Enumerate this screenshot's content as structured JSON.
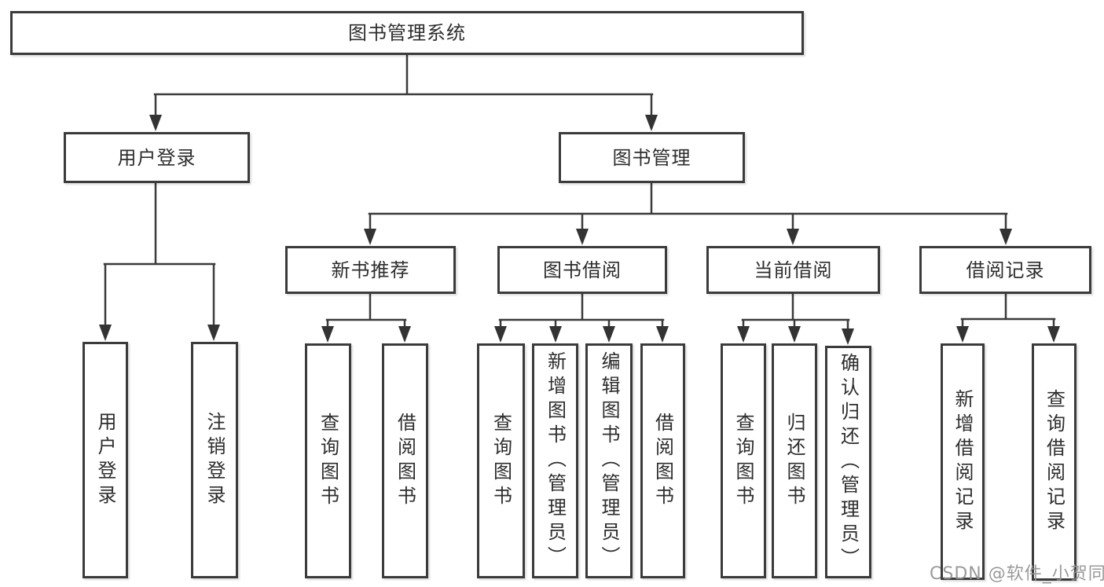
{
  "diagram": {
    "nodes": {
      "root": {
        "label": "图书管理系统"
      },
      "user_login": {
        "label": "用户登录"
      },
      "book_mgmt": {
        "label": "图书管理"
      },
      "login_leaf": {
        "label": "用户登录"
      },
      "logout_leaf": {
        "label": "注销登录"
      },
      "new_book_rec": {
        "label": "新书推荐"
      },
      "book_borrow": {
        "label": "图书借阅"
      },
      "current_borrow": {
        "label": "当前借阅"
      },
      "borrow_records": {
        "label": "借阅记录"
      },
      "rec_query": {
        "label": "查询图书"
      },
      "rec_borrow": {
        "label": "借阅图书"
      },
      "bb_query": {
        "label": "查询图书"
      },
      "bb_add": {
        "label": "新增图书（管理员）"
      },
      "bb_edit": {
        "label": "编辑图书（管理员）"
      },
      "bb_borrow": {
        "label": "借阅图书"
      },
      "cb_query": {
        "label": "查询图书"
      },
      "cb_return": {
        "label": "归还图书"
      },
      "cb_confirm": {
        "label": "确认归还（管理员）"
      },
      "br_add": {
        "label": "新增借阅记录"
      },
      "br_query": {
        "label": "查询借阅记录"
      }
    },
    "colors": {
      "line": "#3b3b3b",
      "text": "#2d2d2d",
      "watermark": "#919191",
      "background": "#ffffff"
    },
    "watermark": {
      "text": "CSDN @软件_小贺同学"
    }
  }
}
